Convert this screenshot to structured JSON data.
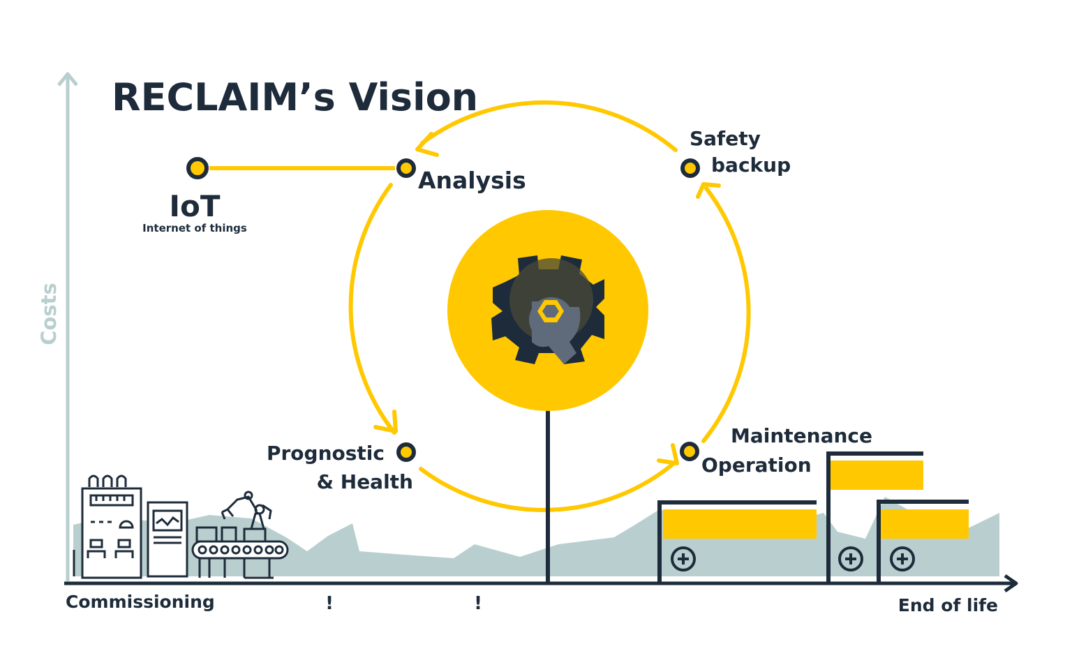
{
  "title": "RECLAIM’s Vision",
  "y_axis_label": "Costs",
  "x_axis": {
    "start_label": "Commissioning",
    "end_label": "End of life"
  },
  "markers": [
    "!",
    "!"
  ],
  "nodes": {
    "iot": {
      "label": "IoT",
      "sublabel": "Internet of things"
    },
    "analysis": {
      "label": "Analysis"
    },
    "safety": {
      "line1": "Safety",
      "line2": "backup"
    },
    "prognostic": {
      "line1": "Prognostic",
      "line2": "& Health"
    },
    "maintenance": {
      "line1": "Maintenance",
      "line2": "Operation"
    }
  },
  "icons": {
    "center": "gear-wrench-icon",
    "plus": "plus-circle-icon",
    "factory": "factory-machines-icon"
  },
  "colors": {
    "accent": "#FFC800",
    "dark": "#1d2b3a",
    "axis_light": "#b9cfcf",
    "terrain": "#b9cfcf",
    "wrench": "#5f6b7a"
  }
}
